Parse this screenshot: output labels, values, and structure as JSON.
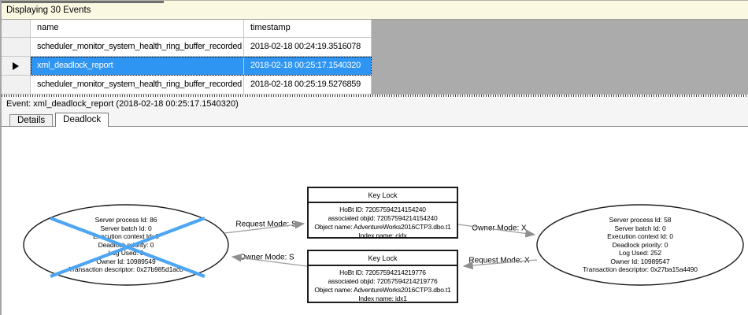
{
  "header": {
    "title": "Displaying 30 Events"
  },
  "table": {
    "columns": [
      "name",
      "timestamp"
    ],
    "rows": [
      {
        "name": "scheduler_monitor_system_health_ring_buffer_recorded",
        "timestamp": "2018-02-18 00:24:19.3516078",
        "selected": false
      },
      {
        "name": "xml_deadlock_report",
        "timestamp": "2018-02-18 00:25:17.1540320",
        "selected": true
      },
      {
        "name": "scheduler_monitor_system_health_ring_buffer_recorded",
        "timestamp": "2018-02-18 00:25:19.5276859",
        "selected": false
      }
    ]
  },
  "event_bar": {
    "text": "Event: xml_deadlock_report (2018-02-18 00:25:17.1540320)"
  },
  "tabs": [
    {
      "label": "Details",
      "active": false
    },
    {
      "label": "Deadlock",
      "active": true
    }
  ],
  "graph": {
    "processes": [
      {
        "role": "deadlock-victim",
        "lines": [
          "Server process Id: 86",
          "Server batch Id: 0",
          "Execution context Id: 0",
          "Deadlock priority: 0",
          "Log Used: 0",
          "Owner Id: 10989549",
          "Transaction descriptor: 0x27b985d1ac0"
        ]
      },
      {
        "role": "owner-process",
        "lines": [
          "Server process Id: 58",
          "Server batch Id: 0",
          "Execution context Id: 0",
          "Deadlock priority: 0",
          "Log Used: 252",
          "Owner Id: 10989547",
          "Transaction descriptor: 0x27ba15a4490"
        ]
      }
    ],
    "resources": [
      {
        "title": "Key Lock",
        "lines": [
          "HoBt ID: 72057594214154240",
          "associated objid: 72057594214154240",
          "Object name: AdventureWorks2016CTP3.dbo.t1",
          "Index name: cidx"
        ]
      },
      {
        "title": "Key Lock",
        "lines": [
          "HoBt ID: 72057594214219776",
          "associated objid: 72057594214219776",
          "Object name: AdventureWorks2016CTP3.dbo.t1",
          "Index name: idx1"
        ]
      }
    ],
    "edges": [
      {
        "label": "Request Mode: S"
      },
      {
        "label": "Owner Mode: S"
      },
      {
        "label": "Owner Mode: X"
      },
      {
        "label": "Request Mode: X"
      }
    ]
  },
  "colors": {
    "selected_row": "#2E95F2",
    "victim_cross": "#4EA6F2",
    "empty_grid": "#ABABAB",
    "title_bar": "#FBF8E1"
  }
}
